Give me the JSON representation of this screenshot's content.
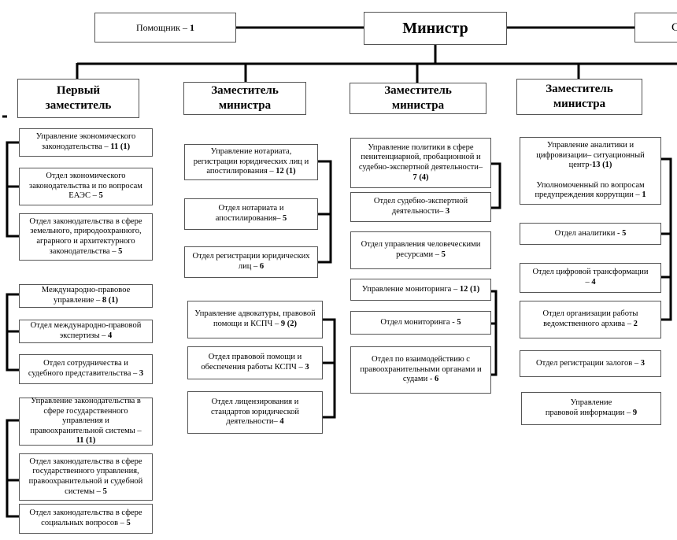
{
  "top": {
    "minister": "Министр",
    "assistant": {
      "text": "Помощник – ",
      "num": "1"
    },
    "right_cut": "С"
  },
  "deputies": [
    {
      "id": "d1",
      "title": "Первый\nзаместитель"
    },
    {
      "id": "d2",
      "title": "Заместитель\nминистра"
    },
    {
      "id": "d3",
      "title": "Заместитель\nминистра"
    },
    {
      "id": "d4",
      "title": "Заместитель\nминистра"
    }
  ],
  "units": [
    {
      "id": "c1u1",
      "text": "Управление экономического\nзаконодательства – ",
      "num": "11 (1)"
    },
    {
      "id": "c1u2",
      "text": "Отдел экономического\nзаконодательства и по вопросам\nЕАЭС – ",
      "num": "5"
    },
    {
      "id": "c1u3",
      "text": "Отдел законодательства в сфере\nземельного, природоохранного,\nаграрного и архитектурного\nзаконодательства – ",
      "num": "5"
    },
    {
      "id": "c1u4",
      "text": "Международно-правовое\nуправление – ",
      "num": "8 (1)"
    },
    {
      "id": "c1u5",
      "text": "Отдел международно-правовой\nэкспертизы – ",
      "num": "4"
    },
    {
      "id": "c1u6",
      "text": "Отдел сотрудничества и\nсудебного представительства – ",
      "num": "3"
    },
    {
      "id": "c1u7",
      "text": "Управление законодательства в\nсфере государственного\nуправления и\nправоохранительной системы –\n",
      "num": "11 (1)"
    },
    {
      "id": "c1u8",
      "text": "Отдел законодательства в сфере\nгосударственного управления,\nправоохранительной и судебной\nсистемы – ",
      "num": "5"
    },
    {
      "id": "c1u9",
      "text": "Отдел законодательства в сфере\nсоциальных вопросов – ",
      "num": "5"
    },
    {
      "id": "c2u1",
      "text": "Управление нотариата,\nрегистрации юридических лиц и\nапостилирования – ",
      "num": "12 (1)"
    },
    {
      "id": "c2u2",
      "text": "Отдел нотариата и\nапостилирования– ",
      "num": "5"
    },
    {
      "id": "c2u3",
      "text": "Отдел регистрации юридических\nлиц – ",
      "num": "6"
    },
    {
      "id": "c2u4",
      "text": "Управление адвокатуры, правовой\nпомощи и  КСПЧ – ",
      "num": "9 (2)"
    },
    {
      "id": "c2u5",
      "text": "Отдел правовой помощи и\nобеспечения работы КСПЧ – ",
      "num": "3"
    },
    {
      "id": "c2u6",
      "text": "Отдел лицензирования и\nстандартов юридической\nдеятельности– ",
      "num": "4"
    },
    {
      "id": "c3u1",
      "text": "Управление политики в сфере\nпенитенциарной, пробационной и\nсудебно-экспертной деятельности–\n",
      "num": "7 (4)"
    },
    {
      "id": "c3u2",
      "text": "Отдел судебно-экспертной\nдеятельности– ",
      "num": "3"
    },
    {
      "id": "c3u3",
      "text": "Отдел управления человеческими\nресурсами – ",
      "num": "5"
    },
    {
      "id": "c3u4",
      "text": "Управление мониторинга – ",
      "num": "12 (1)"
    },
    {
      "id": "c3u5",
      "text": "Отдел мониторинга - ",
      "num": "5"
    },
    {
      "id": "c3u6",
      "text": "Отдел по взаимодействию с\nправоохранительными органами и\nсудами - ",
      "num": "6"
    },
    {
      "id": "c4u1",
      "text": "Управление аналитики и\nцифровизации– ситуационный\nцентр-",
      "num": "13 (1)",
      "extra": "Уполномоченный  по вопросам\nпредупреждения коррупции – ",
      "extra_num": "1"
    },
    {
      "id": "c4u2",
      "text": "Отдел аналитики - ",
      "num": "5"
    },
    {
      "id": "c4u3",
      "text": "Отдел цифровой трансформации\n– ",
      "num": "4"
    },
    {
      "id": "c4u4",
      "text": "Отдел организации работы\nведомственного архива – ",
      "num": "2"
    },
    {
      "id": "c4u5",
      "text": "Отдел регистрации залогов – ",
      "num": "3"
    },
    {
      "id": "c4u6",
      "text": "Управление\nправовой информации – ",
      "num": "9"
    }
  ]
}
